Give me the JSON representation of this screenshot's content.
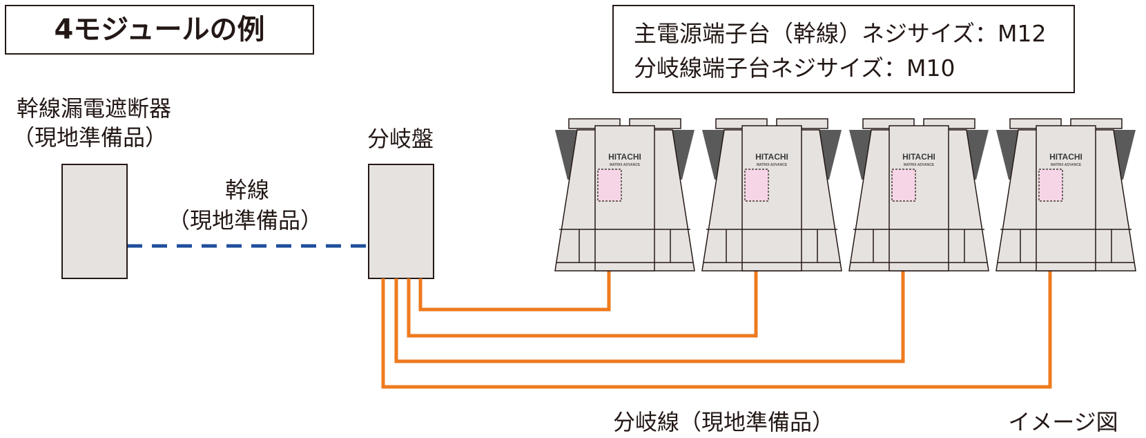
{
  "title": "4モジュールの例",
  "screw_info": {
    "line1": "主電源端子台（幹線）ネジサイズ：M12",
    "line2": "分岐線端子台ネジサイズ：M10"
  },
  "breaker": {
    "name": "幹線漏電遮断器",
    "note": "（現地準備品）"
  },
  "trunk_line": {
    "name": "幹線",
    "note": "（現地準備品）"
  },
  "distribution_board": {
    "name": "分岐盤"
  },
  "branch_line": {
    "label": "分岐線（現地準備品）"
  },
  "image_note": "イメージ図",
  "units": [
    {
      "brand": "HITACHI",
      "series": "MATRIX ADVANCE"
    },
    {
      "brand": "HITACHI",
      "series": "MATRIX ADVANCE"
    },
    {
      "brand": "HITACHI",
      "series": "MATRIX ADVANCE"
    },
    {
      "brand": "HITACHI",
      "series": "MATRIX ADVANCE"
    }
  ],
  "colors": {
    "trunk_line": "#1f4e9c",
    "branch_line": "#ee7a1e",
    "unit_body": "#e6e2df",
    "terminal_box": "#f6d6e6",
    "side_panel": "#5a5a5a"
  }
}
